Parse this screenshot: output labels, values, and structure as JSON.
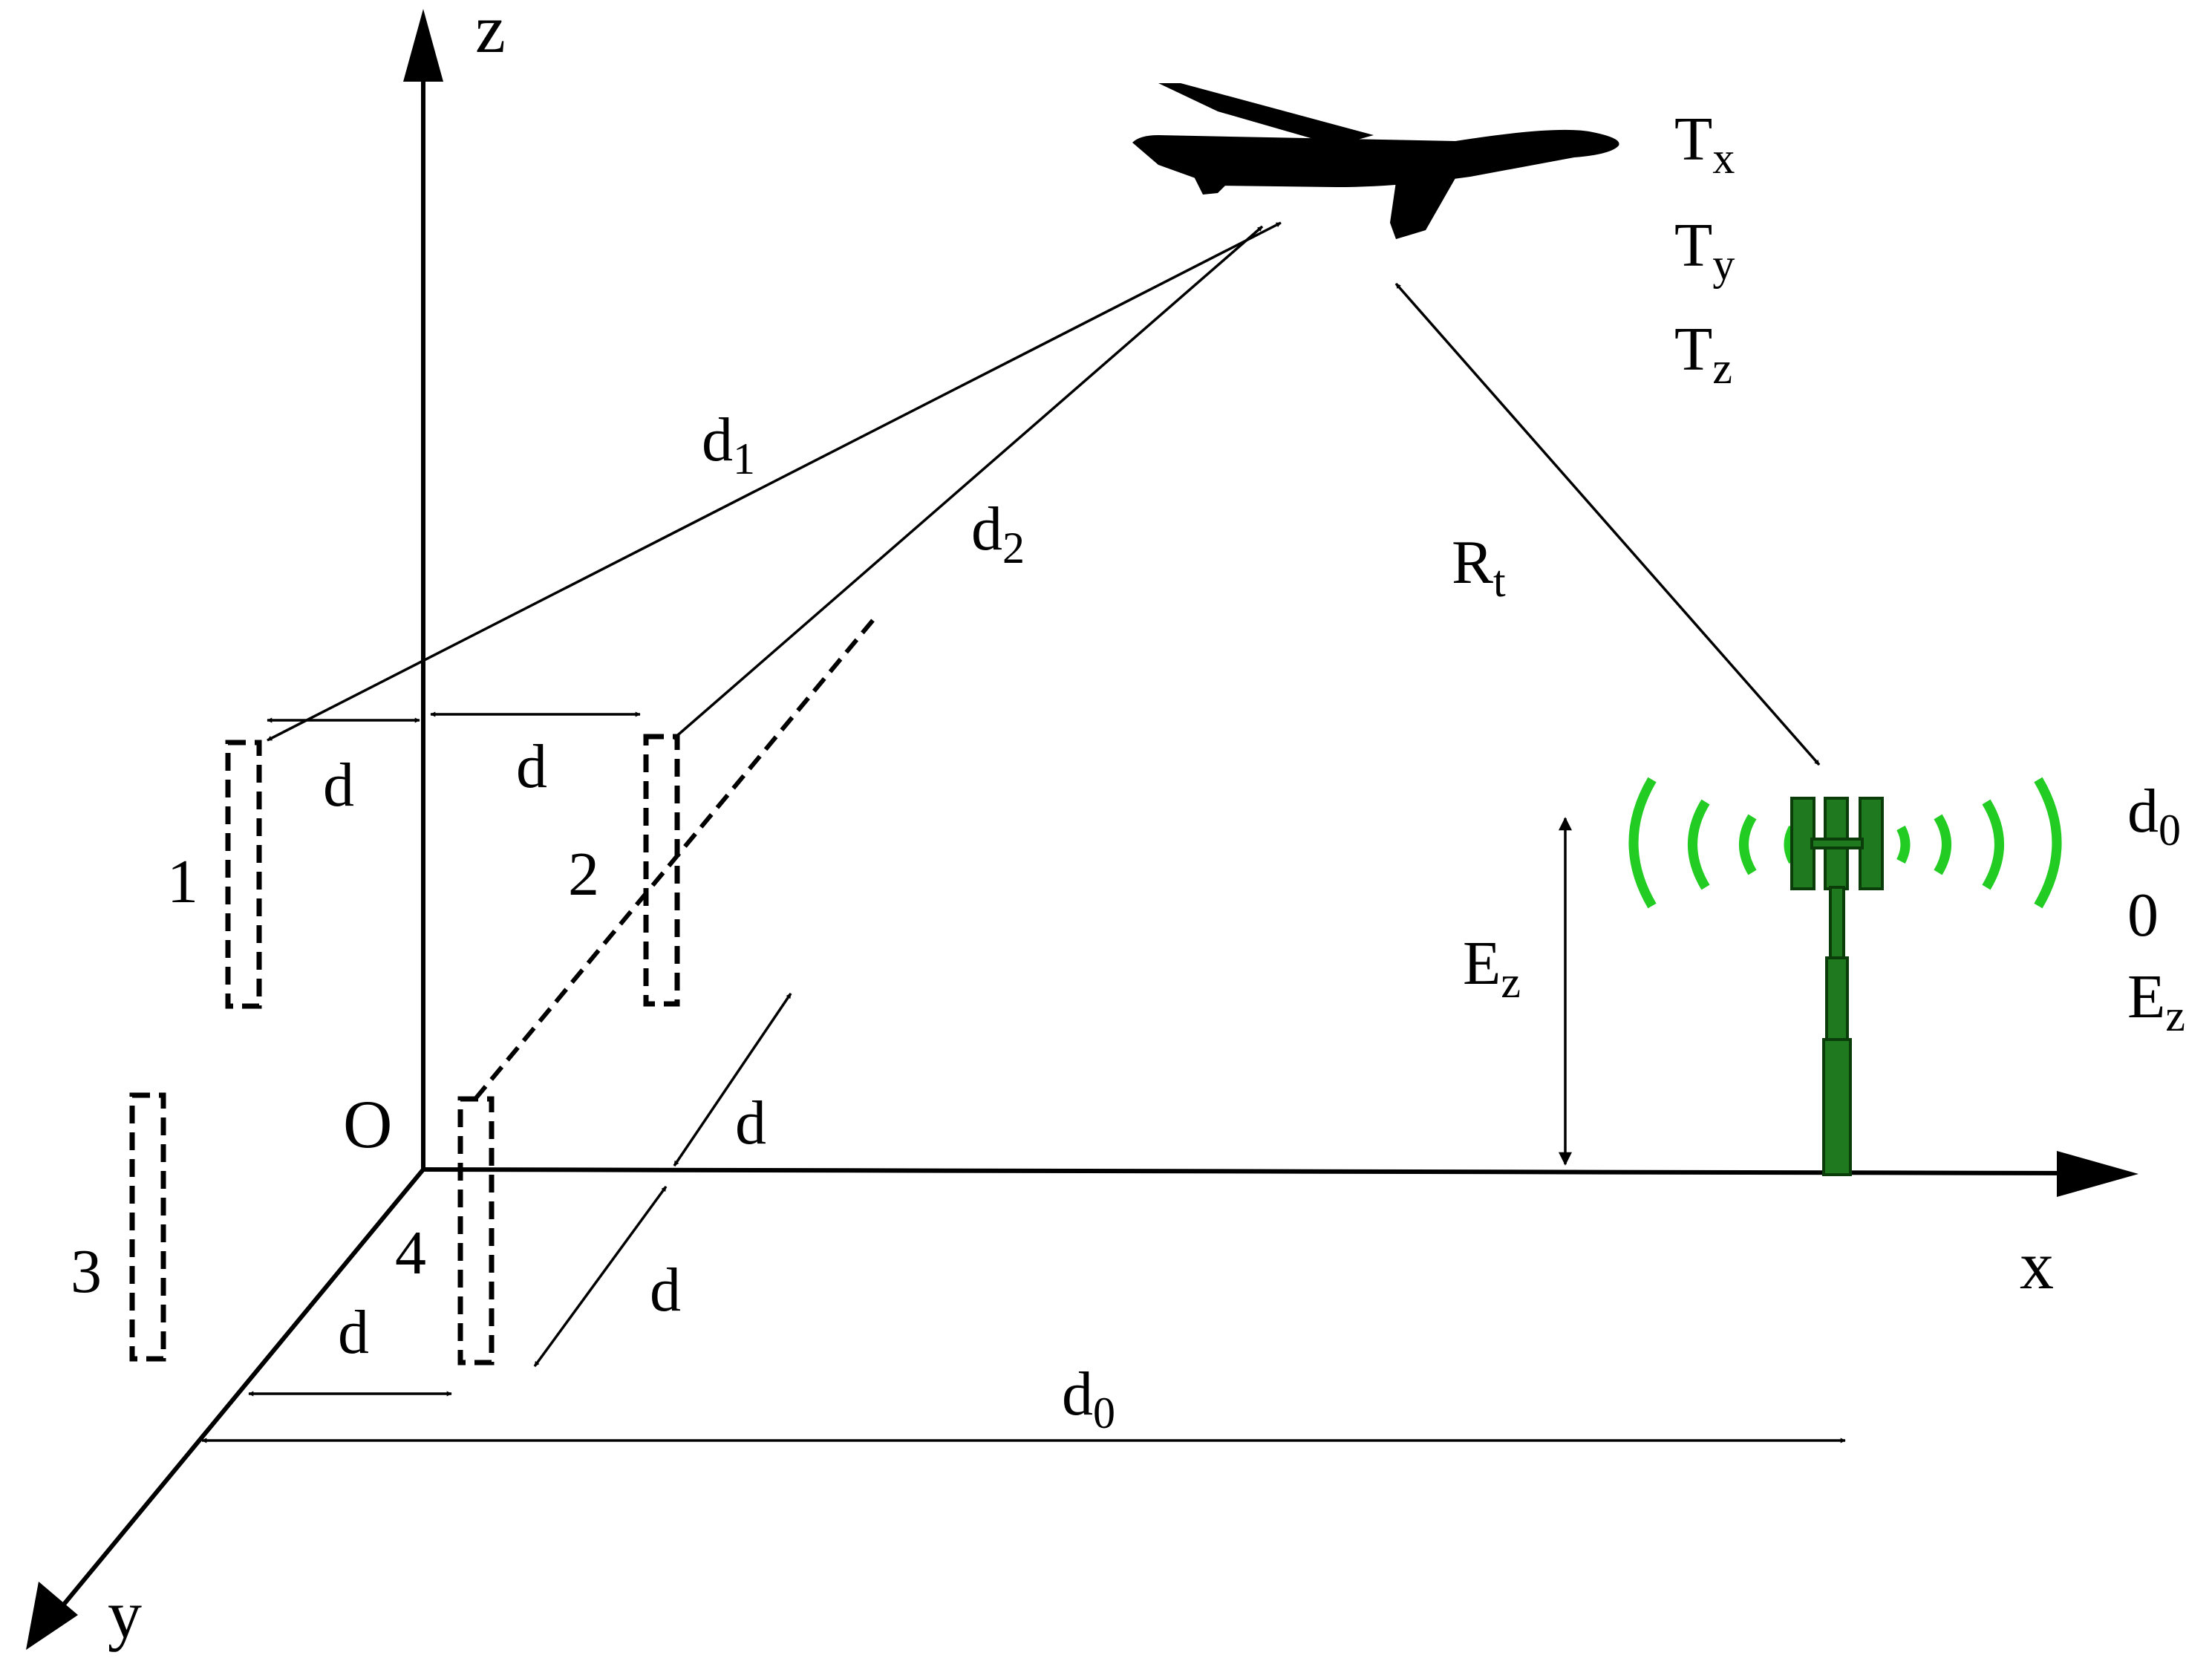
{
  "axes": {
    "x": "x",
    "y": "y",
    "z": "z",
    "origin": "O"
  },
  "antennas": [
    "1",
    "2",
    "3",
    "4"
  ],
  "spacing": {
    "d": "d",
    "d_sub": ""
  },
  "paths": {
    "d1": {
      "base": "d",
      "sub": "1"
    },
    "d2": {
      "base": "d",
      "sub": "2"
    },
    "rt": {
      "base": "R",
      "sub": "t"
    }
  },
  "ground_distance": {
    "base": "d",
    "sub": "0"
  },
  "tower_height": {
    "base": "E",
    "sub": "z"
  },
  "aircraft_coords": [
    {
      "base": "T",
      "sub": "x"
    },
    {
      "base": "T",
      "sub": "y"
    },
    {
      "base": "T",
      "sub": "z"
    }
  ],
  "tower_coords": {
    "x": {
      "base": "d",
      "sub": "0"
    },
    "y": "0",
    "z": {
      "base": "E",
      "sub": "z"
    }
  },
  "colors": {
    "tower": "#1f7a1f",
    "waves": "#22cc22",
    "lines": "#000000"
  }
}
